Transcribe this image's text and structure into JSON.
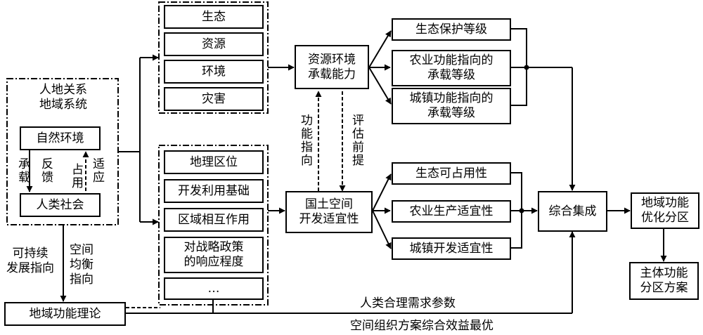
{
  "system": {
    "title": "人地关系\n地域系统",
    "natural_env": "自然环境",
    "human_society": "人类社会",
    "label_bear": "承载",
    "label_feedback": "反馈",
    "label_occupy": "占用",
    "label_adapt": "适应"
  },
  "group_top": [
    "生态",
    "资源",
    "环境",
    "灾害"
  ],
  "group_bottom": [
    "地理区位",
    "开发利用基础",
    "区域相互作用",
    "对战略政策\n的响应程度",
    "…"
  ],
  "capacity": {
    "title": "资源环境\n承载能力",
    "outputs": [
      "生态保护等级",
      "农业功能指向的\n承载等级",
      "城镇功能指向的\n承载等级"
    ]
  },
  "suitability": {
    "title": "国土空间\n开发适宜性",
    "outputs": [
      "生态可占用性",
      "农业生产适宜性",
      "城镇开发适宜性"
    ]
  },
  "link_up": "功能指向",
  "link_down": "评估前提",
  "integration": "综合集成",
  "zoning": "地域功能\n优化分区",
  "plan": "主体功能\n分区方案",
  "theory": "地域功能理论",
  "left_label_a": "可持续\n发展指向",
  "left_label_b": "空间\n均衡\n指向",
  "bottom_label_a": "人类合理需求参数",
  "bottom_label_b": "空间组织方案综合效益最优"
}
